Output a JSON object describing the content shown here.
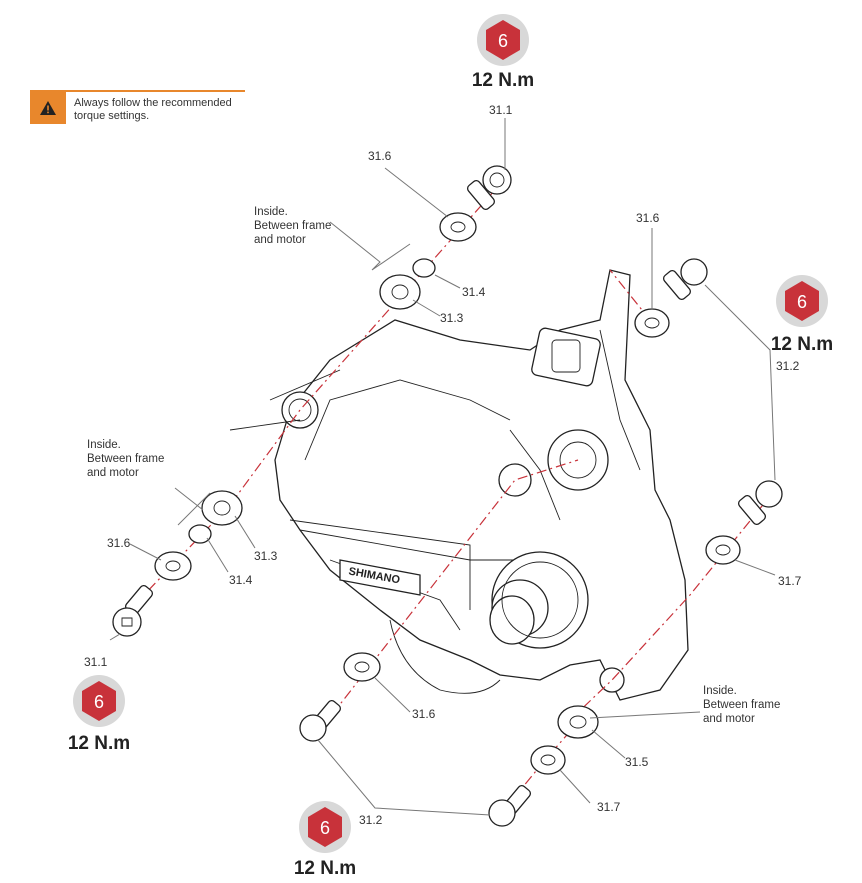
{
  "warning": {
    "text": "Always follow the recommended torque settings.",
    "icon": "warning-triangle-icon",
    "color": "#e8872c"
  },
  "torque_callouts": [
    {
      "id": "top",
      "hex": "6",
      "value": "12 N.m"
    },
    {
      "id": "right",
      "hex": "6",
      "value": "12 N.m"
    },
    {
      "id": "left",
      "hex": "6",
      "value": "12 N.m"
    },
    {
      "id": "bottom",
      "hex": "6",
      "value": "12 N.m"
    }
  ],
  "notes": {
    "upper": [
      "Inside.",
      "Between frame",
      "and motor"
    ],
    "left": [
      "Inside.",
      "Between frame",
      "and motor"
    ],
    "lower_right": [
      "Inside.",
      "Between frame",
      "and motor"
    ]
  },
  "part_labels": {
    "top_bolt": "31.1",
    "top_washer": "31.6",
    "top_ring": "31.4",
    "top_spacer": "31.3",
    "right_washer": "31.6",
    "right_bolt_label": "31.2",
    "left_spacer": "31.3",
    "left_washer": "31.6",
    "left_ring": "31.4",
    "left_bolt": "31.1",
    "bottom_washer": "31.6",
    "right_lower_washer": "31.7",
    "lower_spacer": "31.5",
    "lower_washer": "31.7",
    "bottom_bolt_label": "31.2"
  },
  "colors": {
    "hex_badge": "#c8323a",
    "hex_ring": "#d8d8d8",
    "axis": "#c8323a"
  },
  "brand_text": "SHIMANO"
}
